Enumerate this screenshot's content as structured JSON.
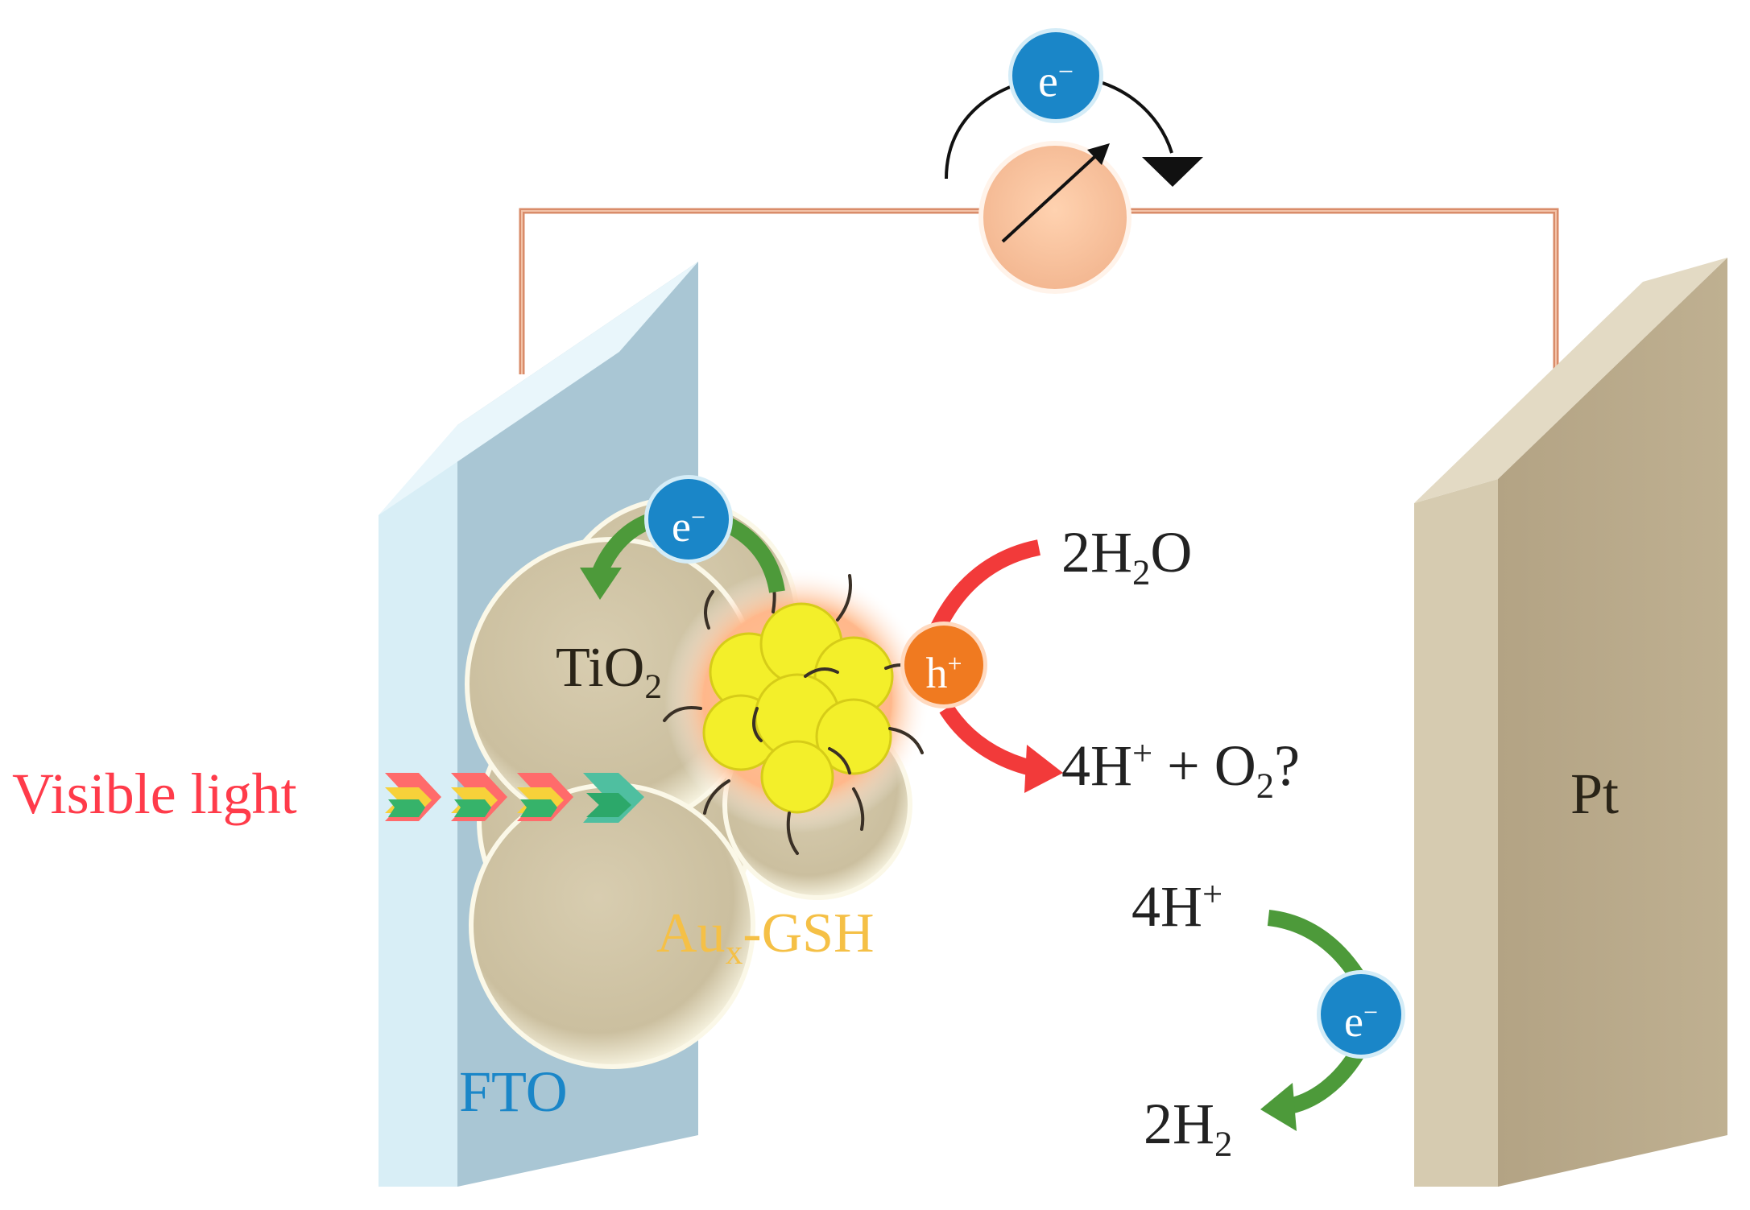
{
  "labels": {
    "visible_light": "Visible light",
    "tio2_main": "TiO",
    "tio2_sub": "2",
    "fto": "FTO",
    "au_main": "Au",
    "au_sub": "x",
    "au_tail": "-GSH",
    "pt": "Pt",
    "water_a": "2H",
    "water_sub": "2",
    "water_b": "O",
    "ox_a": "4H",
    "ox_sup": "+",
    "ox_b": " + O",
    "ox_sub": "2",
    "ox_c": "?",
    "red_a": "4H",
    "red_sup": "+",
    "h2_a": "2H",
    "h2_sub": "2"
  },
  "badges": {
    "electron_main": "e",
    "electron_sup": "−",
    "hole_main": "h",
    "hole_sup": "+"
  },
  "colors": {
    "fto_front": "#a9c6d4",
    "fto_side": "#d8eef6",
    "pt_front": "#b8a98a",
    "pt_side": "#d6cbb0",
    "wire": "#d98c6a",
    "electron": "#1a86c8",
    "hole": "#f07a20",
    "visible_light_text": "#ff3b4a",
    "fto_text": "#1a86c8",
    "au_text": "#f5c046",
    "green_arrow": "#4d9a3a",
    "red_arrow": "#f23a3a"
  }
}
